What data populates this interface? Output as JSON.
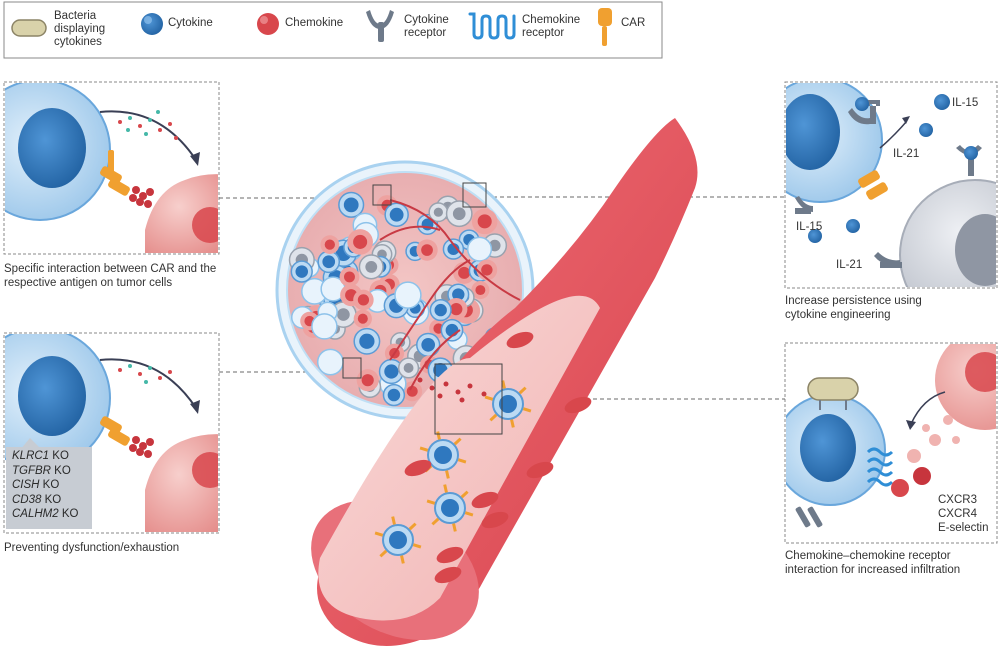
{
  "legend": {
    "items": [
      {
        "label": "Bacteria\ndisplaying\ncytokines",
        "icon": "bacteria-icon"
      },
      {
        "label": "Cytokine",
        "icon": "cytokine-icon"
      },
      {
        "label": "Chemokine",
        "icon": "chemokine-icon"
      },
      {
        "label": "Cytokine\nreceptor",
        "icon": "cytokine-receptor-icon"
      },
      {
        "label": "Chemokine\nreceptor",
        "icon": "chemokine-receptor-icon"
      },
      {
        "label": "CAR",
        "icon": "car-icon"
      }
    ]
  },
  "panels": {
    "top_left": {
      "caption": "Specific interaction between CAR and the\nrespective antigen on tumor cells"
    },
    "bottom_left": {
      "caption": "Preventing dysfunction/exhaustion",
      "knockouts": [
        {
          "gene": "KLRC1",
          "suffix": " KO"
        },
        {
          "gene": "TGFBR",
          "suffix": " KO"
        },
        {
          "gene": "CISH",
          "suffix": " KO"
        },
        {
          "gene": "CD38",
          "suffix": " KO"
        },
        {
          "gene": "CALHM2",
          "suffix": " KO"
        }
      ]
    },
    "top_right": {
      "caption": "Increase persistence using\ncytokine engineering",
      "labels": {
        "il15_top": "IL-15",
        "il21_top": "IL-21",
        "il15_left": "IL-15",
        "il21_bottom": "IL-21"
      }
    },
    "bottom_right": {
      "caption": "Chemokine–chemokine receptor\ninteraction for increased infiltration",
      "receptors": [
        "CXCR3",
        "CXCR4",
        "E-selectin"
      ]
    }
  },
  "colors": {
    "cell_blue": "#5b9bd5",
    "cell_blue_light": "#cfe3f5",
    "nucleus_blue": "#2f78bf",
    "tumor_red": "#e37b7b",
    "tumor_light": "#f4c3c0",
    "vessel_red": "#e45a63",
    "vessel_inner": "#f6c9c8",
    "car_orange": "#f0a030",
    "receptor_grey": "#6e7a8a",
    "frame_grey": "#8a8a8a",
    "ko_box": "#c7ccd3"
  }
}
